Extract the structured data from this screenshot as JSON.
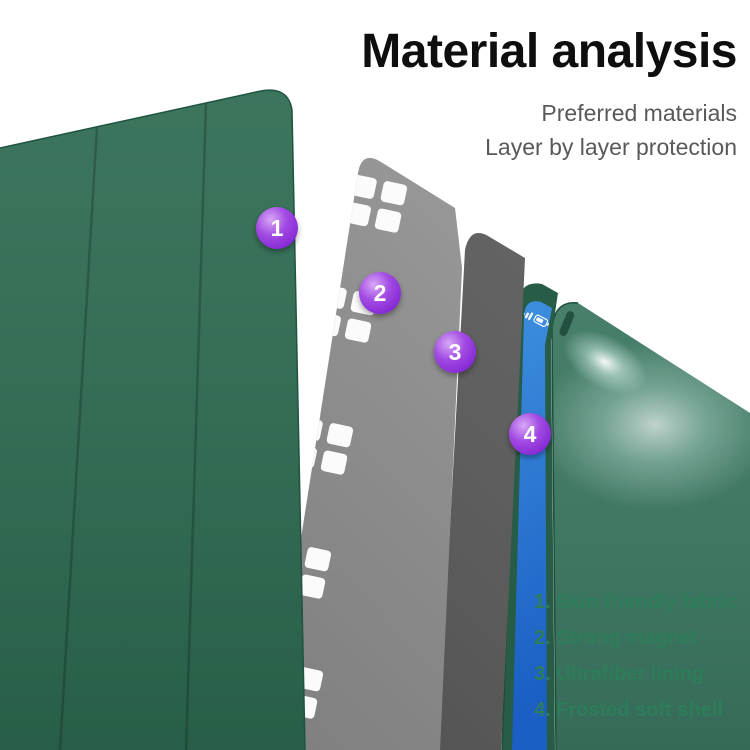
{
  "header": {
    "title": "Material analysis",
    "subtitles": [
      "Preferred materials",
      "Layer by layer protection"
    ]
  },
  "badges": [
    "1",
    "2",
    "3",
    "4"
  ],
  "legend": [
    "1. Skin friendly fabric",
    "2. Strong magnet",
    "3. Ultrafiber lining",
    "4. Frosted soft shell"
  ],
  "colors": {
    "background": "#ffffff",
    "title_text": "#0e0e0e",
    "subtitle_text": "#595959",
    "legend_text": "#2e7d5a",
    "cover_green": "#2d6b51",
    "fabric_gray": "#929292",
    "lining_gray": "#575757",
    "tablet_frame_green": "#275c47",
    "screen_blue": "#2f80d8",
    "shell_green": "#3a7660",
    "badge_purple": "#8a2be2",
    "magnet_pad_white": "#fbfbfb"
  }
}
